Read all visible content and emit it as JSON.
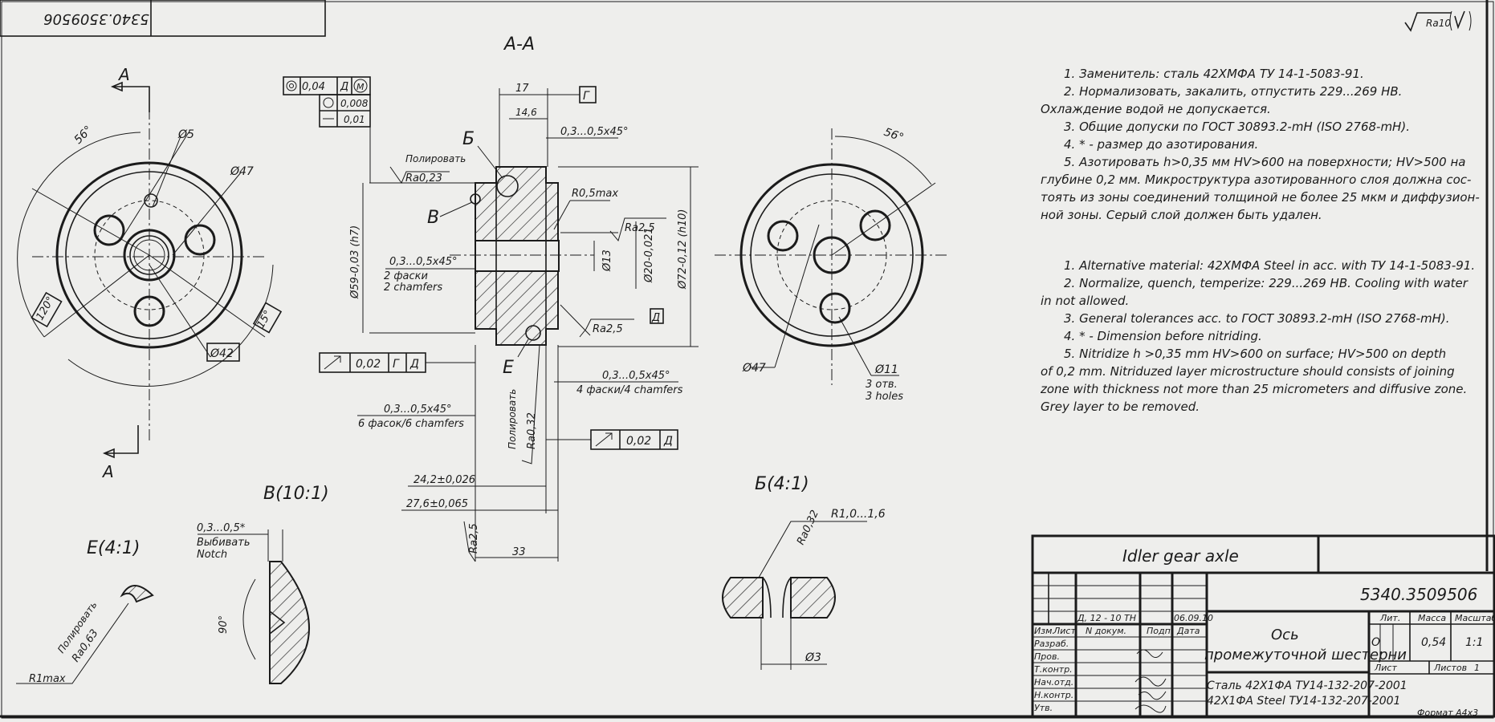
{
  "corner_stamp": "5340.3509506",
  "roughness_general": "Ra10",
  "section_title": "A-A",
  "section_letter": "A",
  "detail_b_title": "Б(4:1)",
  "detail_v_title": "В(10:1)",
  "detail_e_title": "E(4:1)",
  "leader_b": "Б",
  "leader_v": "В",
  "leader_e": "E",
  "gd_t": {
    "pos_tol": "0,04",
    "pos_ref": "Д",
    "pos_mod": "M",
    "round_tol": "0,008",
    "flat_tol": "0,01",
    "runout1_tol": "0,02",
    "runout1_ref1": "Г",
    "runout1_ref2": "Д",
    "runout2_tol": "0,02",
    "runout2_ref": "Д",
    "datum_g": "Г",
    "datum_d": "Д"
  },
  "left_view": {
    "d5": "Ø5",
    "d47": "Ø47",
    "d42": "Ø42",
    "a56": "56°",
    "a120": "120°",
    "a15": "15°"
  },
  "section": {
    "dim17": "17",
    "dim146": "14,6",
    "chamfer_top": "0,3...0,5x45°",
    "polish_ru": "Полировать",
    "ra023": "Ra0,23",
    "r05max": "R0,5max",
    "ra25_a": "Ra2,5",
    "ra25_b": "Ra2,5",
    "ra25_c": "Ra2,5",
    "d59": "Ø59-0,03 (h7)",
    "d13": "Ø13",
    "d20": "Ø20-0,021",
    "d72": "Ø72-0,12 (h10)",
    "ch2": "0,3...0,5x45°",
    "ch2_ru": "2 фаски",
    "ch2_en": "2 chamfers",
    "ch4": "0,3...0,5x45°",
    "ch4_text": "4 фаски/4 chamfers",
    "ch6": "0,3...0,5x45°",
    "ch6_text": "6 фасок/6 chamfers",
    "polish2": "Полировать",
    "ra032": "Ra0,32",
    "dim242": "24,2±0,026",
    "dim276": "27,6±0,065",
    "dim33": "33"
  },
  "right_view": {
    "a56": "56°",
    "d47": "Ø47",
    "d11": "Ø11",
    "holes_ru": "3 отв.",
    "holes_en": "3 holes"
  },
  "details": {
    "b_ra": "Ra0,32",
    "b_r": "R1,0...1,6",
    "b_d3": "Ø3",
    "v_notch": "0,3...0,5*",
    "v_ru": "Выбивать",
    "v_en": "Notch",
    "v_angle": "90°",
    "e_polish": "Полировать",
    "e_ra": "Ra0,63",
    "e_r": "R1max"
  },
  "notes_ru": [
    "1. Заменитель: сталь 42ХМФА  ТУ  14-1-5083-91.",
    "2. Нормализовать, закалить, отпустить 229...269 НВ.",
    "Охлаждение водой не допускается.",
    "3. Общие допуски по ГОСТ 30893.2-mH (ISO 2768-mH).",
    "4. * - размер до азотирования.",
    "5. Азотировать h>0,35 мм HV>600 на поверхности; HV>500 на",
    "глубине 0,2 мм. Микроструктура азотированного слоя должна сос-",
    "тоять из зоны соединений толщиной не более 25 мкм и диффузион-",
    "ной зоны. Серый слой должен быть удален."
  ],
  "notes_en": [
    "1. Alternative material: 42ХМФА Steel in acc. with ТУ 14-1-5083-91.",
    "2. Normalize, quench, temperize: 229...269 НВ. Cooling with water",
    "in not allowed.",
    "3. General tolerances acc. to ГОСТ 30893.2-mH (ISO 2768-mH).",
    "4. * - Dimension before nitriding.",
    "5. Nitridize h >0,35 mm HV>600 on surface; HV>500 on depth",
    "of 0,2 mm. Nitriduzed layer microstructure should consists of joining",
    "zone with thickness not more than 25 micrometers and diffusive zone.",
    "Grey layer to be removed."
  ],
  "title_block": {
    "name_en": "Idler gear axle",
    "designation": "5340.3509506",
    "name_ru_1": "Ось",
    "name_ru_2": "промежуточной шестерни",
    "material_ru": "Сталь 42Х1ФА  ТУ14-132-207-2001",
    "material_en": "42Х1ФА  Steel  ТУ14-132-207-2001",
    "hdr_lit": "Лит.",
    "hdr_mass": "Масса",
    "hdr_scale": "Масштаб",
    "lit_value": "О",
    "mass_value": "0,54",
    "scale_value": "1:1",
    "sheet_label": "Лист",
    "sheets_label": "Листов",
    "sheets_value": "1",
    "rev_note": "Д, 12 - 10 ТН",
    "rev_date": "06.09.10",
    "rows": [
      "Изм.",
      "Лист",
      "N докум.",
      "Подп.",
      "Дата"
    ],
    "roles": [
      "Разраб.",
      "Пров.",
      "Т.контр.",
      "Нач.отд.",
      "Н.контр.",
      "Утв."
    ],
    "format": "Формат А4х3"
  }
}
